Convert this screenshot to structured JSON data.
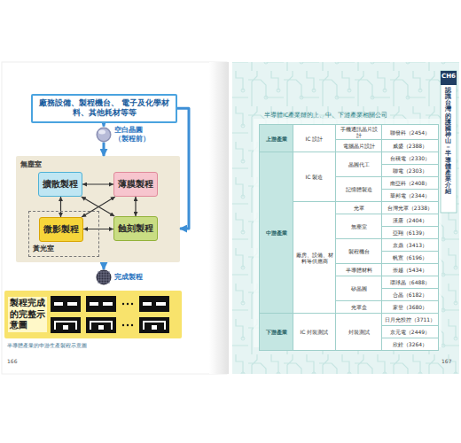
{
  "diagram": {
    "caption": "半導體產業的中游生產製程示意圖",
    "nodes": [
      {
        "text": [
          "廠務設備、製程機台、 電子及化學材料、其他耗材等等"
        ]
      },
      {
        "text": [
          "空白晶圓 （製程前）"
        ]
      },
      {
        "text": [
          "無塵室"
        ]
      },
      {
        "text": [
          "擴散製程"
        ],
        "in": 2
      },
      {
        "text": [
          "薄膜製程"
        ],
        "in": 2
      },
      {
        "text": [
          "黃光室"
        ],
        "in": 2
      },
      {
        "text": [
          "微影製程"
        ],
        "in": 5
      },
      {
        "text": [
          "蝕刻製程"
        ],
        "in": 2
      },
      {
        "text": [
          "完成製程"
        ]
      },
      {
        "text": [
          "製程完成的完整示意圖"
        ]
      }
    ],
    "edges": [
      {
        "from": 0,
        "to": 1,
        "arrow": "to"
      },
      {
        "from": 1,
        "to": 2,
        "arrow": "to"
      },
      {
        "from": 0,
        "to": 2,
        "arrow": "to"
      },
      {
        "from": 2,
        "to": 8,
        "arrow": "to"
      },
      {
        "from": 3,
        "to": 4,
        "arrow": "both"
      },
      {
        "from": 3,
        "to": 6,
        "arrow": "both"
      },
      {
        "from": 4,
        "to": 7,
        "arrow": "both"
      },
      {
        "from": 6,
        "to": 7,
        "arrow": "both"
      },
      {
        "from": 3,
        "to": 7,
        "arrow": "both"
      },
      {
        "from": 4,
        "to": 6,
        "arrow": "both"
      }
    ],
    "labels": [
      "166",
      "167",
      "CH6",
      "認識台灣的護國神山－半導體產業介紹",
      "半導體IC產業鏈的上、中、下游產業相關公司",
      "上游產業",
      "IC 設計",
      "手機通訊晶片設計",
      "聯發科（2454）",
      "電腦晶片設計",
      "威盛（2388）",
      "中游產業",
      "IC 製造",
      "晶圓代工",
      "台積電（2330）",
      "聯電（2303）",
      "記憶體製造",
      "南亞科（2408）",
      "華邦電（2344）",
      "廠房、設備、材料等供應商",
      "光罩",
      "台灣光罩（2338）",
      "無塵室",
      "漢唐（2404）",
      "亞翔（6139）",
      "製程機台",
      "京鼎（3413）",
      "帆宣（6196）",
      "半導體材料",
      "崇越（5434）",
      "矽晶圓",
      "環球晶（6488）",
      "合晶（6182）",
      "光罩盒",
      "家登（3680）",
      "下游產業",
      "IC 封裝測試",
      "封裝測試",
      "日月光投控（3711）",
      "京元電（2449）",
      "欣銓（3264）"
    ]
  }
}
